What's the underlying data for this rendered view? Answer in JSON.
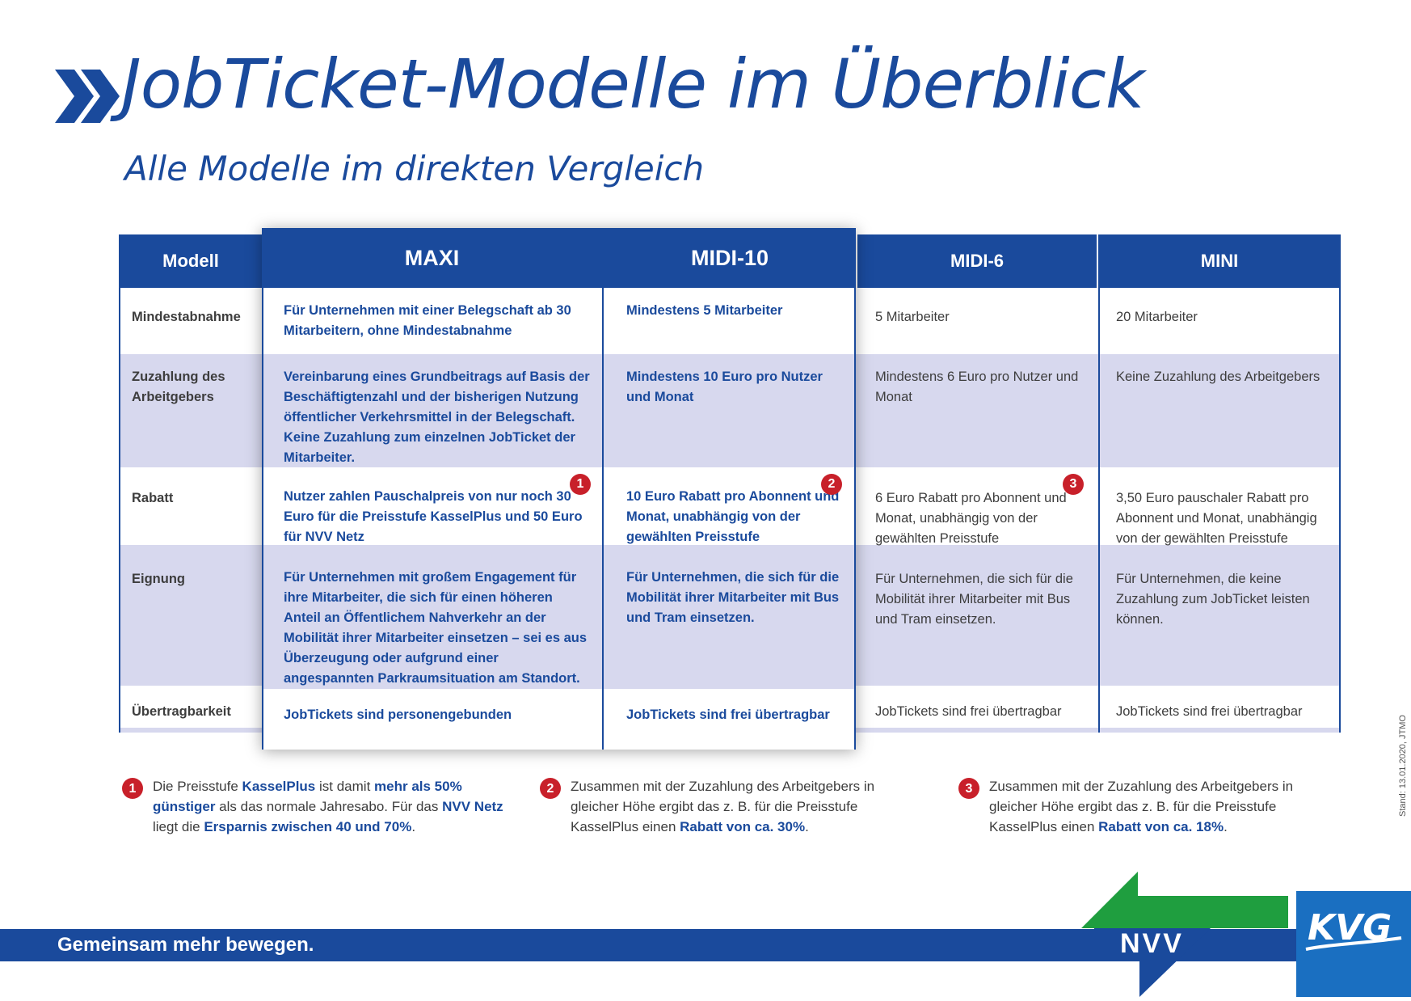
{
  "title": "JobTicket-Modelle im Überblick",
  "subtitle": "Alle Modelle im direkten Vergleich",
  "table": {
    "headers": [
      "Modell",
      "MAXI",
      "MIDI-10",
      "MIDI-6",
      "MINI"
    ],
    "rows": [
      {
        "label": "Mindestabnahme",
        "cells": [
          "Für Unternehmen mit einer Belegschaft ab 30 Mitarbeitern, ohne Mindestabnahme",
          "Mindestens 5 Mitarbeiter",
          "5 Mitarbeiter",
          "20 Mitarbeiter"
        ]
      },
      {
        "label": "Zuzahlung des Arbeitgebers",
        "cells": [
          "Vereinbarung eines Grundbeitrags auf Basis der Beschäftigtenzahl und der bisherigen Nutzung öffentlicher Verkehrsmittel in der Belegschaft. Keine Zuzahlung zum einzelnen JobTicket der Mitarbeiter.",
          "Mindestens 10 Euro pro Nutzer und Monat",
          "Mindestens 6 Euro pro Nutzer und Monat",
          "Keine Zuzahlung des Arbeitgebers"
        ]
      },
      {
        "label": "Rabatt",
        "cells": [
          "Nutzer zahlen Pauschalpreis von nur noch 30 Euro für die Preisstufe KasselPlus und 50 Euro für NVV Netz",
          "10 Euro Rabatt pro Abonnent und Monat, unabhängig von der gewählten Preisstufe",
          "6 Euro Rabatt pro Abonnent und Monat, unabhängig von der gewählten Preisstufe",
          "3,50 Euro pauschaler Rabatt pro Abonnent und Monat, unabhängig von der gewählten Preisstufe"
        ]
      },
      {
        "label": "Eignung",
        "cells": [
          "Für Unternehmen mit großem Engagement für ihre Mitarbeiter, die sich für einen höheren Anteil an Öffentlichem Nahverkehr an der Mobilität ihrer Mitarbeiter einsetzen – sei es aus Überzeugung oder aufgrund einer angespannten Parkraumsituation am Standort.",
          "Für Unternehmen, die sich für die Mobilität ihrer Mitarbeiter mit Bus und Tram einsetzen.",
          "Für Unternehmen, die sich für die Mobilität ihrer Mitarbeiter mit Bus und Tram einsetzen.",
          "Für Unternehmen, die keine Zuzahlung zum JobTicket leisten können."
        ]
      },
      {
        "label": "Übertragbarkeit",
        "cells": [
          "JobTickets sind personengebunden",
          "JobTickets sind frei übertragbar",
          "JobTickets sind frei übertragbar",
          "JobTickets sind frei übertragbar"
        ]
      }
    ],
    "badges": [
      "1",
      "2",
      "3"
    ]
  },
  "notes": [
    {
      "num": "1",
      "parts": [
        "Die Preisstufe ",
        "KasselPlus",
        " ist damit ",
        "mehr als 50% günstiger",
        " als das normale Jahresabo. Für das ",
        "NVV Netz",
        " liegt die ",
        "Ersparnis zwischen 40 und 70%",
        "."
      ]
    },
    {
      "num": "2",
      "parts": [
        "Zusammen mit der Zuzahlung des Arbeitgebers in gleicher Höhe ergibt das z. B. für die Preisstufe KasselPlus einen ",
        "Rabatt von ca. 30%",
        "."
      ]
    },
    {
      "num": "3",
      "parts": [
        "Zusammen mit der Zuzahlung des Arbeitgebers in gleicher Höhe ergibt das z. B. für die Preisstufe KasselPlus einen ",
        "Rabatt von ca. 18%",
        "."
      ]
    }
  ],
  "slogan": "Gemeinsam mehr bewegen.",
  "logos": {
    "nvv": "NVV",
    "kvg": "KVG"
  },
  "stand": "Stand: 13.01.2020, JTMO",
  "colors": {
    "brand_blue": "#1a4a9c",
    "row_tint": "#d7d8ee",
    "badge_red": "#c8202a",
    "nvv_green": "#1f9e3f"
  }
}
